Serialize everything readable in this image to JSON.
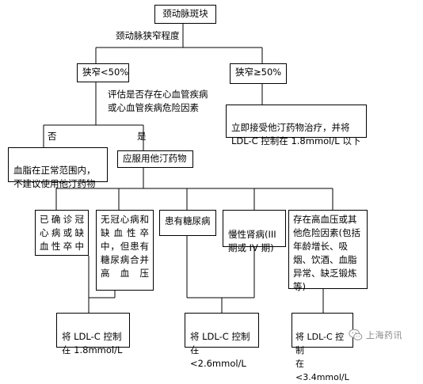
{
  "flowchart": {
    "root": "颈动脉斑块",
    "stenosis_label": "颈动脉狭窄程度",
    "branch_low": "狭窄<50%",
    "branch_high": "狭窄≥50%",
    "high_action": "立即接受他汀药物治疗，并将\nLDL-C 控制在 1.8mmol/L 以下",
    "assess": "评估是否存在心血管疾病\n或心血管疾病危险因素",
    "no_label": "否",
    "yes_label": "是",
    "no_action": "血脂在正常范围内，\n不建议使用他汀药物",
    "yes_action": "应服用他汀药物",
    "categories": [
      "已确诊冠心病或缺血性卒中",
      "无冠心病和缺血性卒中，但患有糖尿病合并高血压",
      "患有糖尿病",
      "慢性肾病(III\n期或 IV 期)",
      "存在高血压或其他危险因素(包括年龄增长、吸烟、饮酒、血脂异常、缺乏锻炼等)"
    ],
    "targets": [
      "将 LDL-C 控制\n在 1.8mmol/L",
      "将 LDL-C 控制\n在<2.6mmol/L",
      "将 LDL-C 控制\n在<3.4mmol/L"
    ]
  },
  "watermark": {
    "text": "上海药讯",
    "icon": "wechat-icon",
    "color": "#8a8a8a"
  }
}
